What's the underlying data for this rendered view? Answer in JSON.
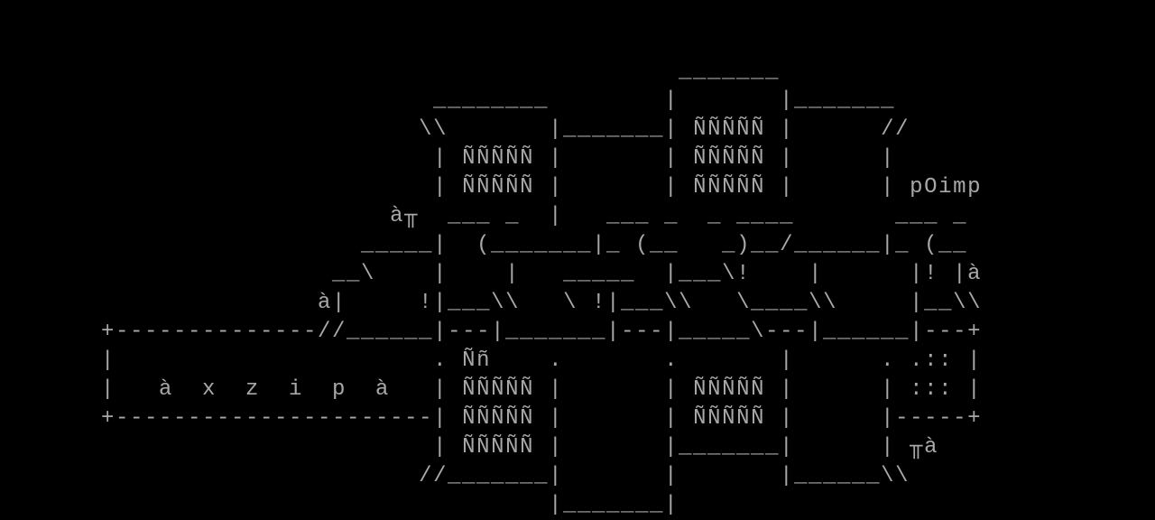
{
  "terminal": {
    "fg_color": "#a8a8a8",
    "bg_color": "#000000",
    "lines": [
      "",
      "",
      "                                               _______",
      "                              ________        |       |_______",
      "                             \\\\       |_______| ÑÑÑÑÑ |      //",
      "                              | ÑÑÑÑÑ |       | ÑÑÑÑÑ |      |",
      "                              | ÑÑÑÑÑ |       | ÑÑÑÑÑ |      | pOimp",
      "                           à╥  ___ _  |   ___ _  _ ____       ___ _",
      "                         _____|  (_______|_ (__   _)__/______|_ (__",
      "                       __\\    |    |   _____  |___\\!    |      |! |à",
      "                      à|     !|___\\\\   \\ !|___\\\\   \\____\\\\     |__\\\\",
      "       +--------------//______|---|_______|---|_____\\---|______|---+",
      "       |                      . Ññ    .       .       |      . .:: |",
      "       |   à  x  z  i  p  à   | ÑÑÑÑÑ |       | ÑÑÑÑÑ |      | ::: |",
      "       +----------------------| ÑÑÑÑÑ |       | ÑÑÑÑÑ |      |-----+",
      "                              | ÑÑÑÑÑ |       |_______|      | ╥à",
      "                             //_______|       |       |______\\\\",
      "                                      |_______|"
    ]
  }
}
